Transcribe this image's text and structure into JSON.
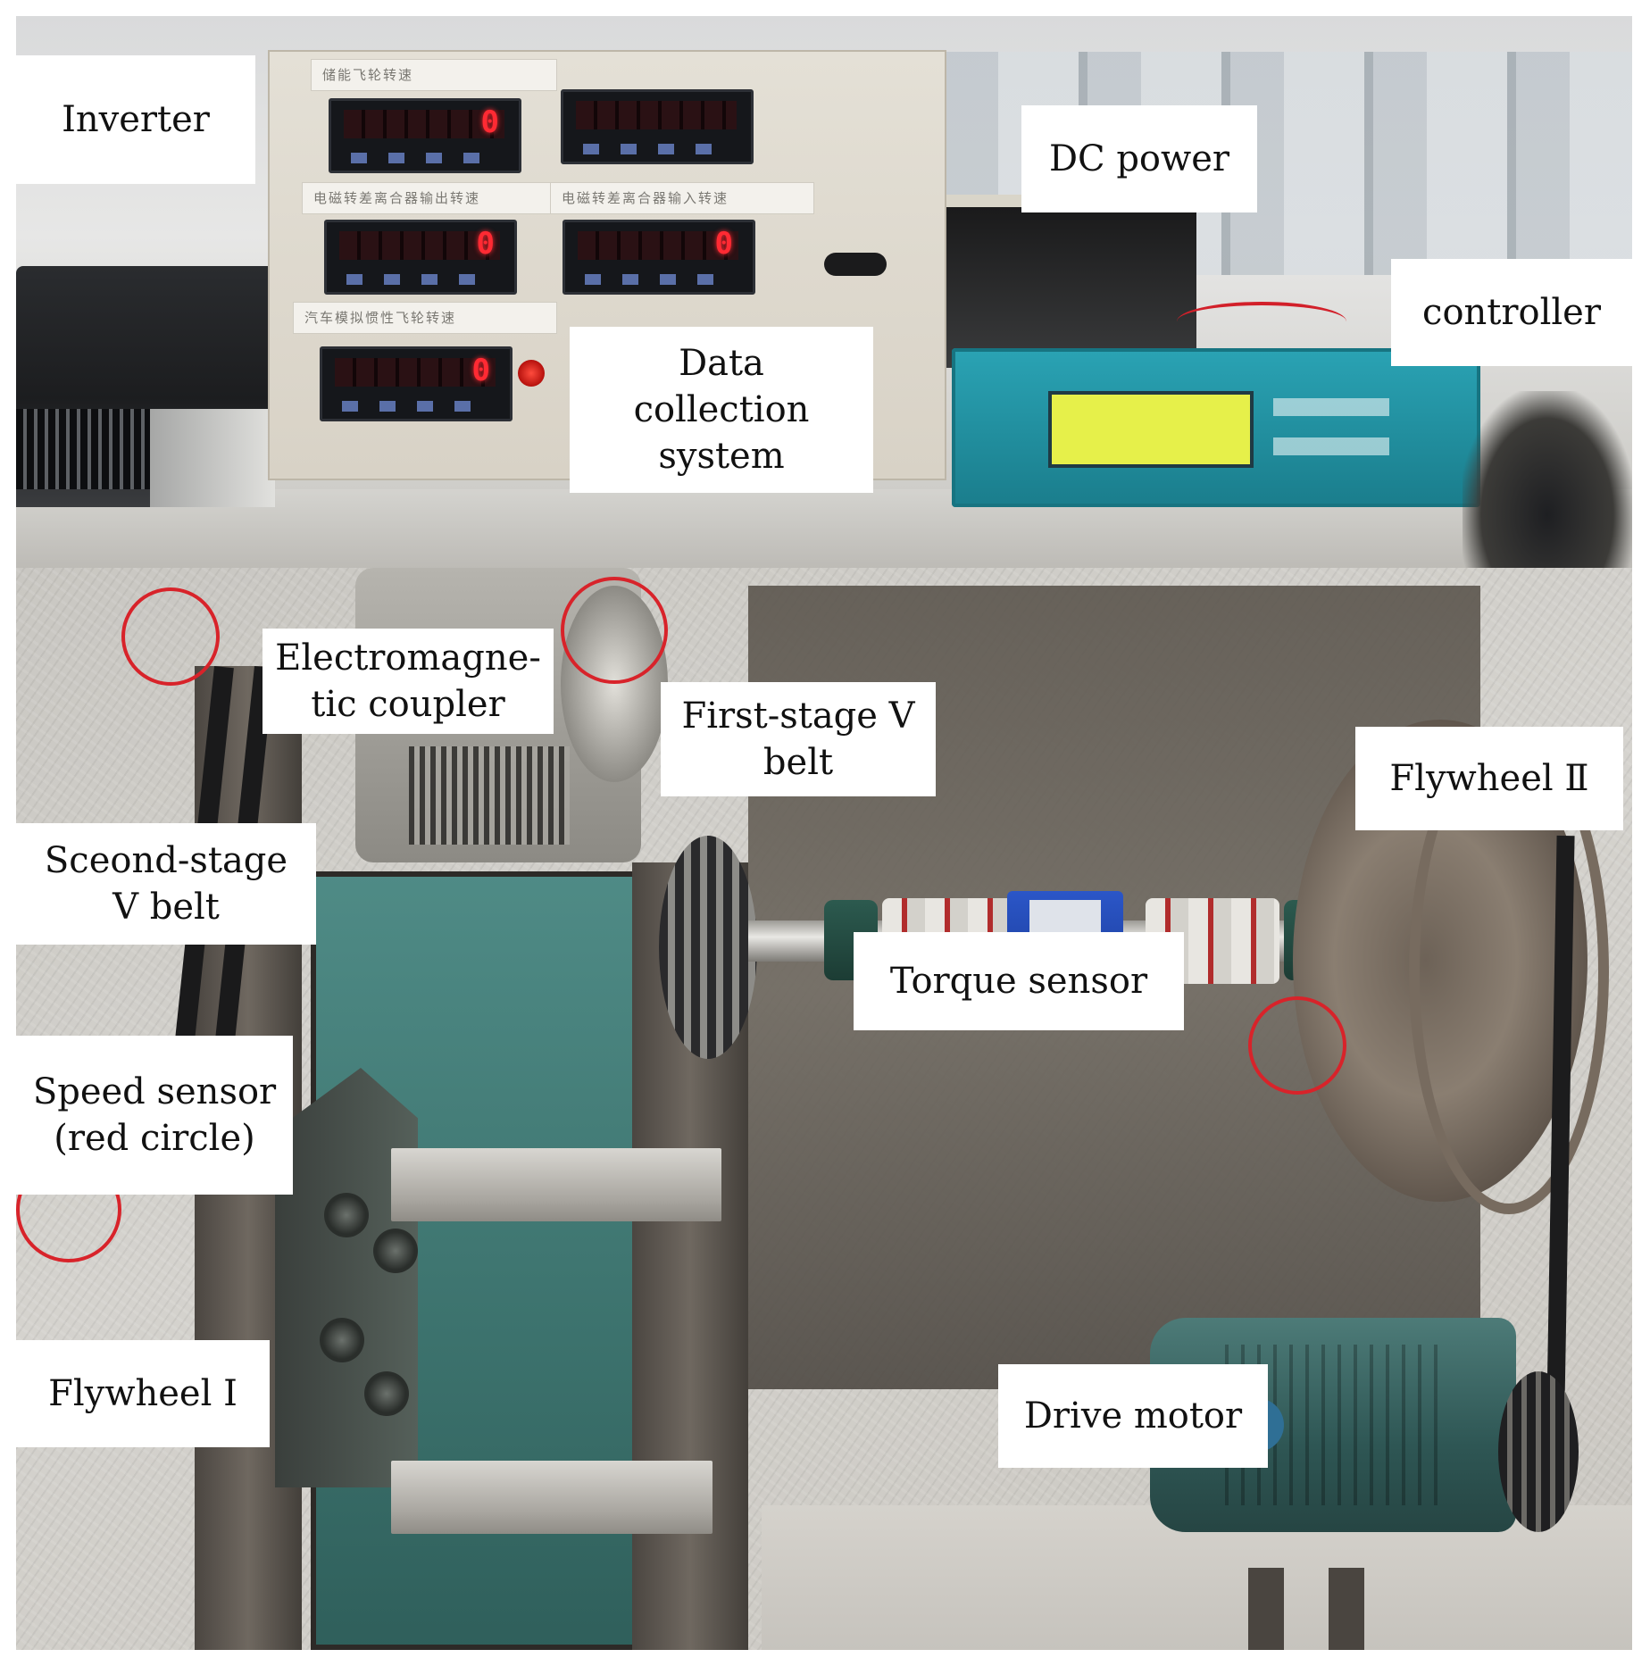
{
  "labels": {
    "inverter": "Inverter",
    "dc_power": "DC power",
    "controller": "controller",
    "data_collection": "Data\ncollection\nsystem",
    "electromagnetic_coupler": "Electromagne-\ntic coupler",
    "first_stage_belt": "First-stage V\nbelt",
    "flywheel_2": "Flywheel Ⅱ",
    "second_stage_belt": "Sceond-stage\nV belt",
    "torque_sensor": "Torque sensor",
    "speed_sensor": "Speed sensor\n(red circle)",
    "flywheel_1": "Flywheel Ⅰ",
    "drive_motor": "Drive motor"
  },
  "meters": {
    "m1": "0",
    "m2": "",
    "m3": "0",
    "m4": "0",
    "m5": "0"
  },
  "cabinet_labels": {
    "l1": "储能飞轮转速",
    "l2": "电磁转差离合器输出转速",
    "l3": "电磁转差离合器输入转速",
    "l4": "汽车模拟惯性飞轮转速"
  },
  "colors": {
    "speed_sensor_circle": "#d8232a",
    "meter_digit": "#ff2a33",
    "controller_panel": "#2aa3b4"
  }
}
